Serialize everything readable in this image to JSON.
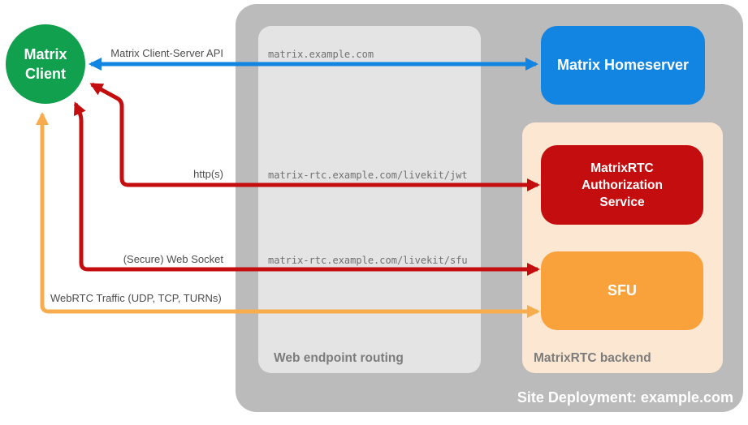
{
  "diagram": {
    "title_context": "MatrixRTC deployment diagram",
    "client": {
      "line1": "Matrix",
      "line2": "Client"
    },
    "homeserver": {
      "label": "Matrix Homeserver"
    },
    "auth_service": {
      "line1": "MatrixRTC",
      "line2": "Authorization",
      "line3": "Service"
    },
    "sfu": {
      "label": "SFU"
    },
    "routing_panel": {
      "label": "Web endpoint routing"
    },
    "backend_panel": {
      "label": "MatrixRTC backend"
    },
    "site_panel": {
      "label": "Site Deployment: example.com"
    },
    "connections": [
      {
        "id": "client-server-api",
        "label": "Matrix Client-Server API",
        "endpoint": "matrix.example.com",
        "color": "#1285e2",
        "from": "Matrix Client",
        "to": "Matrix Homeserver",
        "bidirectional": true
      },
      {
        "id": "https",
        "label": "http(s)",
        "endpoint": "matrix-rtc.example.com/livekit/jwt",
        "color": "#c40d0f",
        "from": "Matrix Client",
        "to": "MatrixRTC Authorization Service",
        "bidirectional": true
      },
      {
        "id": "secure-web-socket",
        "label": "(Secure) Web Socket",
        "endpoint": "matrix-rtc.example.com/livekit/sfu",
        "color": "#c40d0f",
        "from": "Matrix Client",
        "to": "SFU",
        "bidirectional": true
      },
      {
        "id": "webrtc-traffic",
        "label": "WebRTC Traffic (UDP, TCP, TURNs)",
        "color": "#f7ac4d",
        "from": "Matrix Client",
        "to": "SFU",
        "bidirectional": true
      }
    ],
    "colors": {
      "client_green": "#11a04e",
      "homeserver_blue": "#1285e2",
      "auth_red": "#c40d0f",
      "sfu_orange": "#f9a23c",
      "webrtc_arrow_orange": "#f7ac4d",
      "backend_panel_peach": "#fce8d2",
      "site_panel_gray": "#bbbbbb",
      "routing_panel_gray": "#e4e4e4",
      "panel_label_gray": "#7c7c7c",
      "arrow_label_gray": "#4d4d4d",
      "endpoint_text_gray": "#707070",
      "background": "#ffffff"
    }
  }
}
